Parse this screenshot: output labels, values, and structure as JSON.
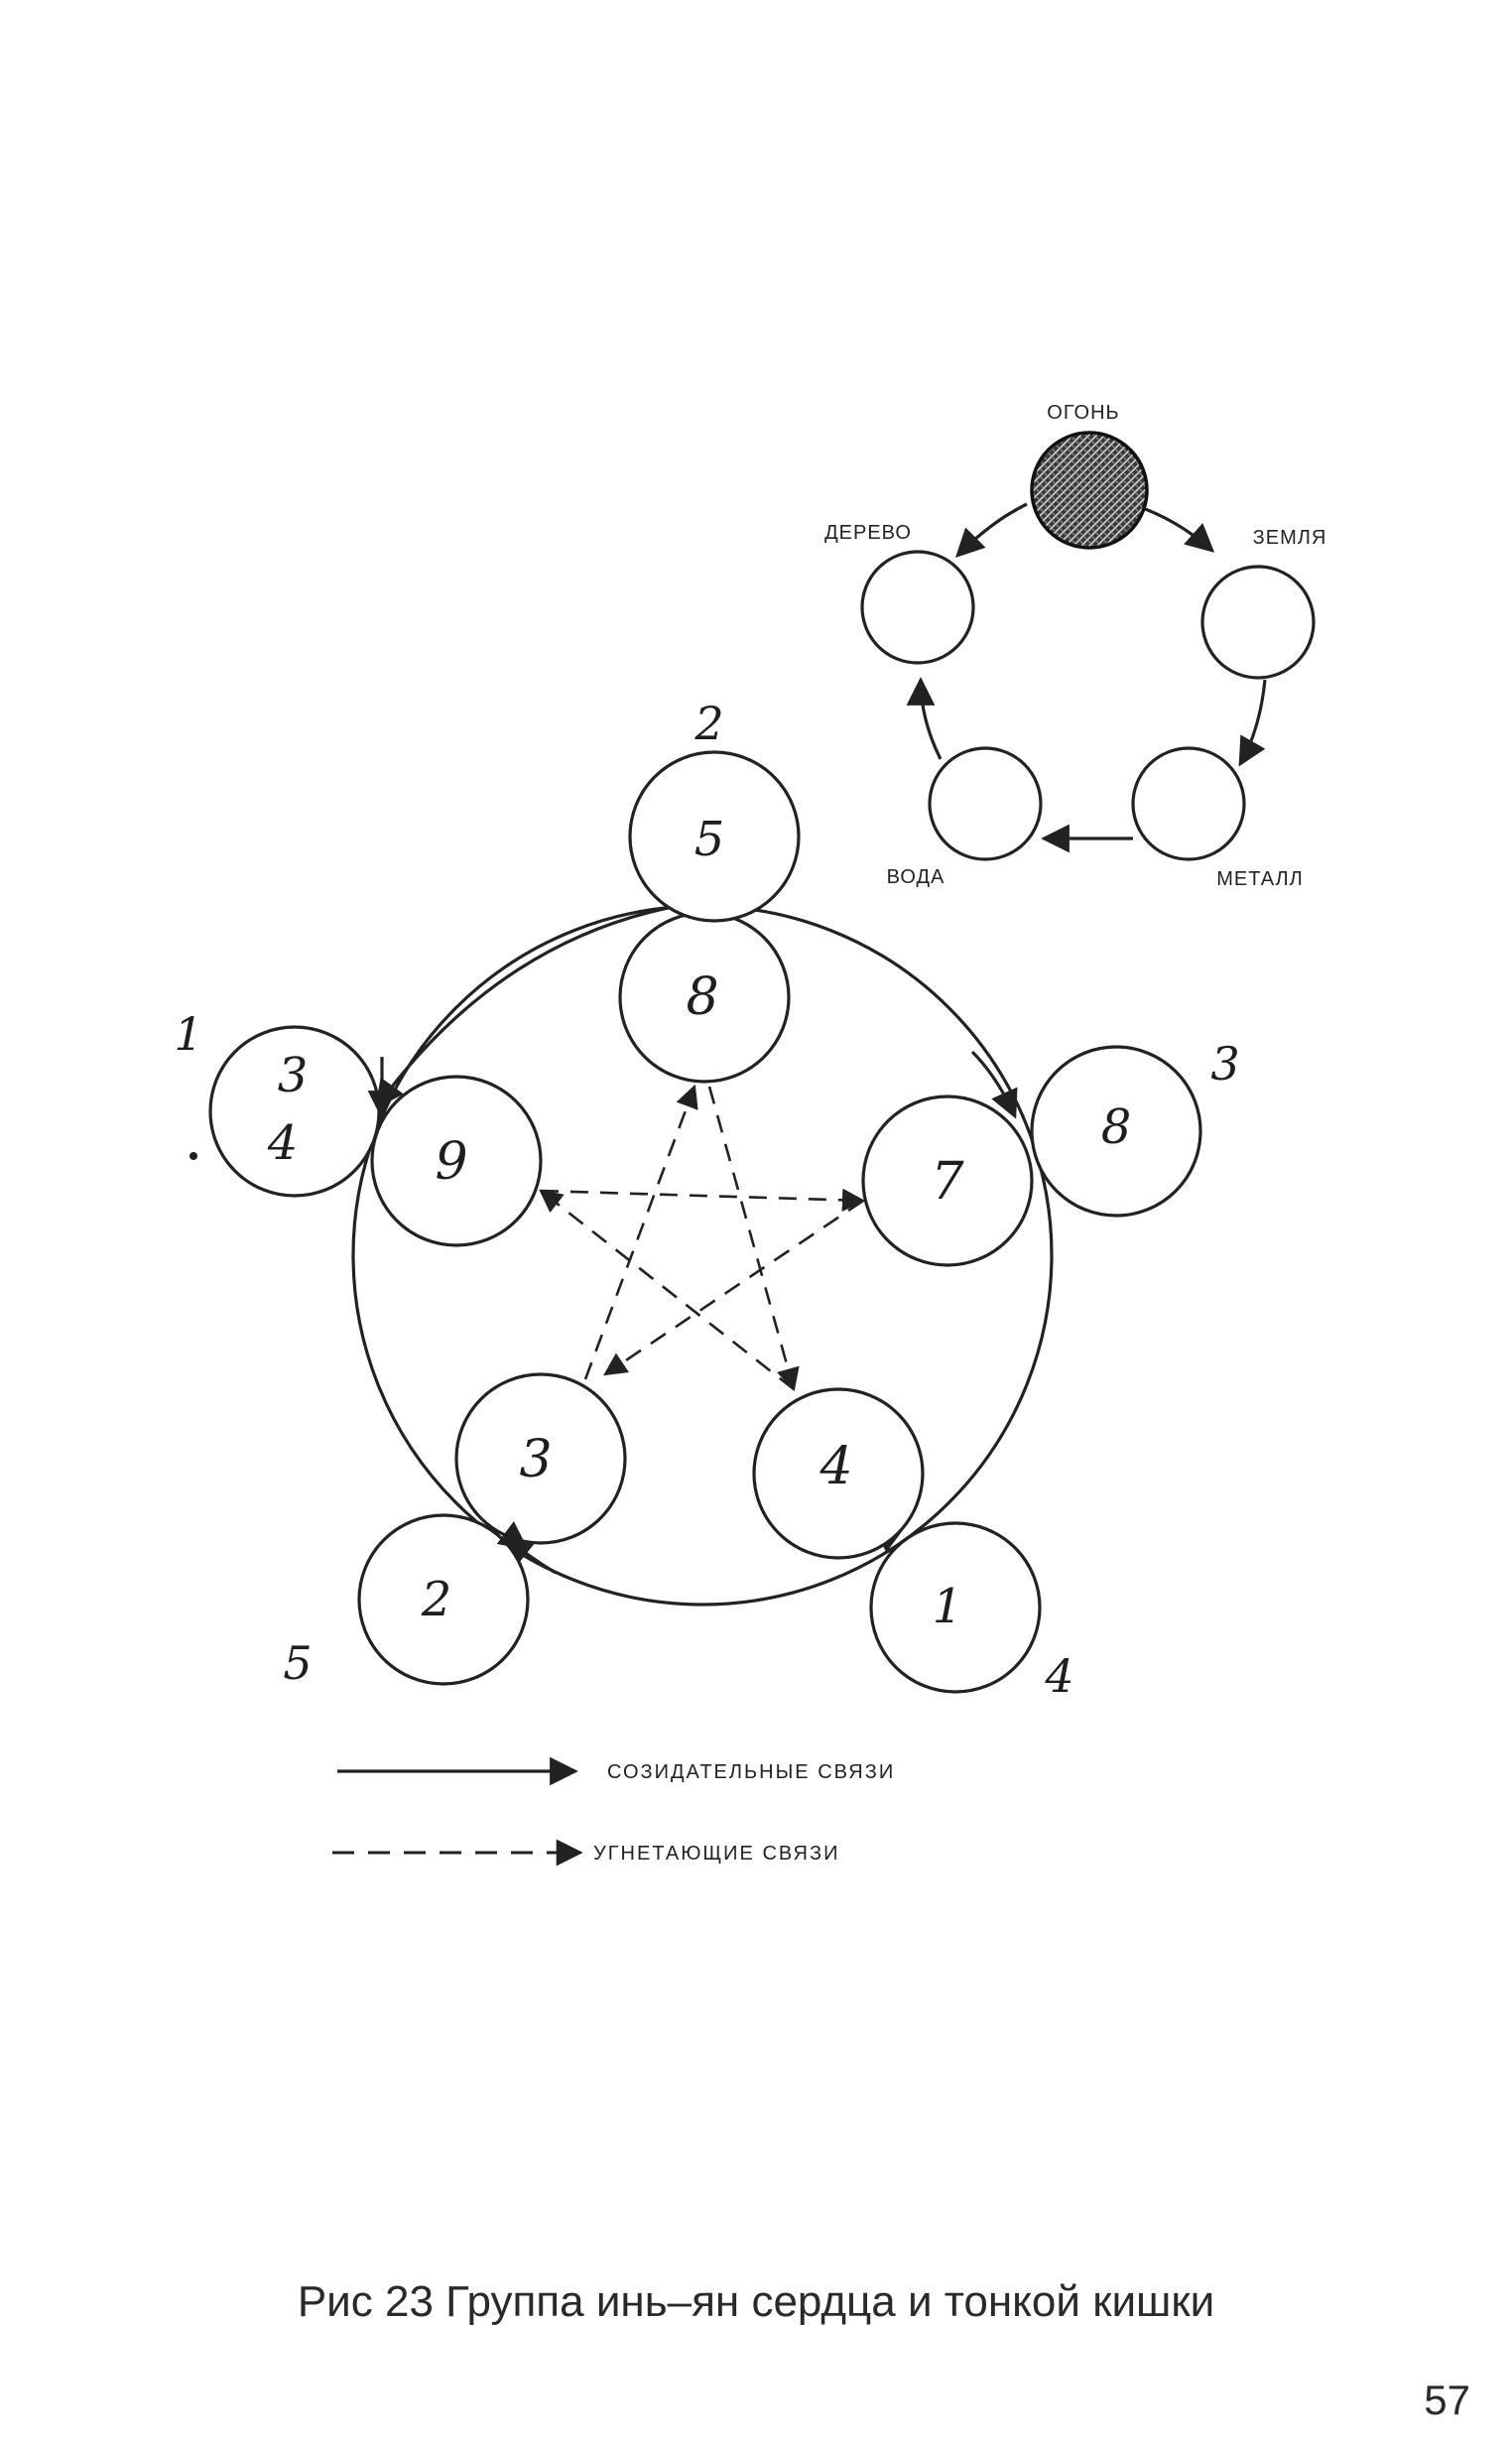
{
  "elements": {
    "fire": "ОГОНЬ",
    "wood": "ДЕРЕВО",
    "earth": "ЗЕМЛЯ",
    "water": "ВОДА",
    "metal": "МЕТАЛЛ"
  },
  "main": {
    "outer_numbers": {
      "top": "5",
      "left": [
        "3",
        "4"
      ],
      "right": "8",
      "bottom_left": "2",
      "bottom_right": "1"
    },
    "inner_numbers": {
      "top": "8",
      "left": "9",
      "right": "7",
      "bottom_left": "3",
      "bottom_right": "4"
    },
    "position_labels": {
      "top": "2",
      "left": "1",
      "right": "3",
      "bottom_left": "5",
      "bottom_right": "4"
    }
  },
  "legend": {
    "creative": "СОЗИДАТЕЛЬНЫЕ СВЯЗИ",
    "inhibiting": "УГНЕТАЮЩИЕ СВЯЗИ"
  },
  "caption": "Рис 23 Группа инь–ян сердца и тонкой кишки",
  "page_number": "57",
  "colors": {
    "ink": "#222222",
    "fire_fill": "#2b2b2b"
  }
}
